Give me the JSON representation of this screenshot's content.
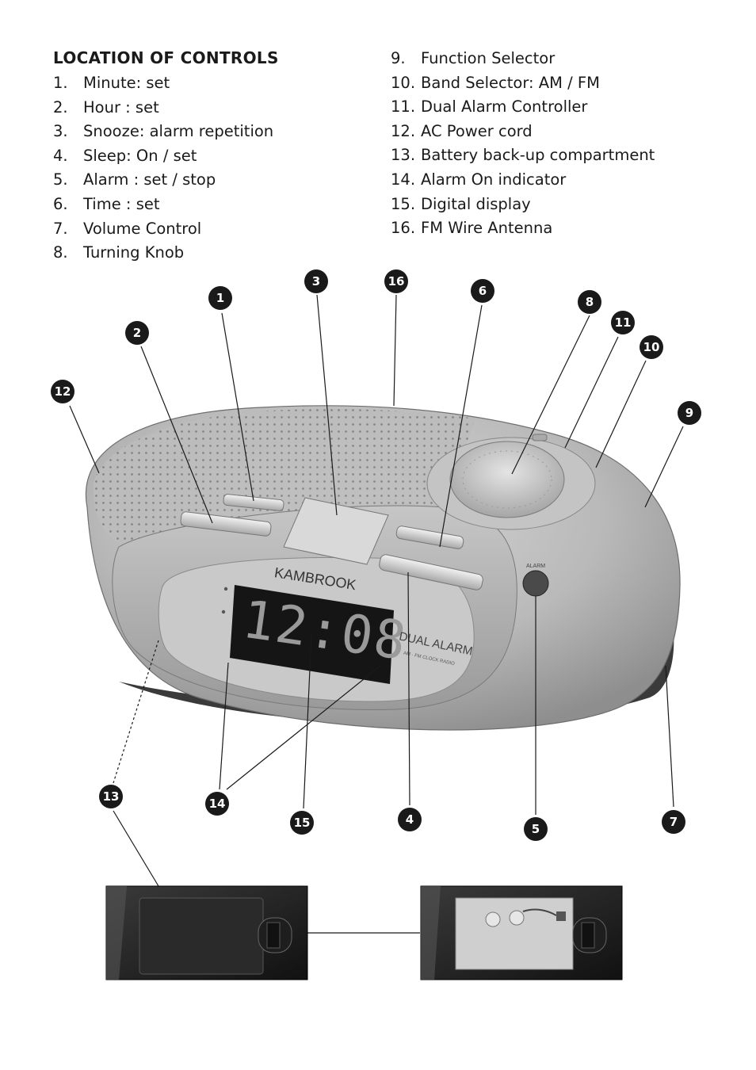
{
  "heading": "LOCATION OF CONTROLS",
  "controls_left": [
    {
      "num": "1.",
      "label": "Minute: set"
    },
    {
      "num": "2.",
      "label": "Hour : set"
    },
    {
      "num": "3.",
      "label": "Snooze: alarm repetition"
    },
    {
      "num": "4.",
      "label": "Sleep: On / set"
    },
    {
      "num": "5.",
      "label": "Alarm : set / stop"
    },
    {
      "num": "6.",
      "label": "Time : set"
    },
    {
      "num": "7.",
      "label": "Volume Control"
    },
    {
      "num": "8.",
      "label": "Turning Knob"
    }
  ],
  "controls_right": [
    {
      "num": "9.",
      "label": "Function Selector"
    },
    {
      "num": "10.",
      "label": "Band Selector: AM / FM"
    },
    {
      "num": "11.",
      "label": "Dual Alarm Controller"
    },
    {
      "num": "12.",
      "label": "AC Power cord"
    },
    {
      "num": "13.",
      "label": "Battery back-up compartment"
    },
    {
      "num": "14.",
      "label": "Alarm On indicator"
    },
    {
      "num": "15.",
      "label": "Digital display"
    },
    {
      "num": "16.",
      "label": "FM Wire Antenna"
    }
  ],
  "device": {
    "brand": "KAMBROOK",
    "time_display": "12:08",
    "model_line1": "DUAL ALARM",
    "model_line2": "AM · FM CLOCK RADIO",
    "button_alarm_label": "ALARM"
  },
  "callouts": [
    "1",
    "2",
    "3",
    "4",
    "5",
    "6",
    "7",
    "8",
    "9",
    "10",
    "11",
    "12",
    "13",
    "14",
    "15",
    "16"
  ]
}
